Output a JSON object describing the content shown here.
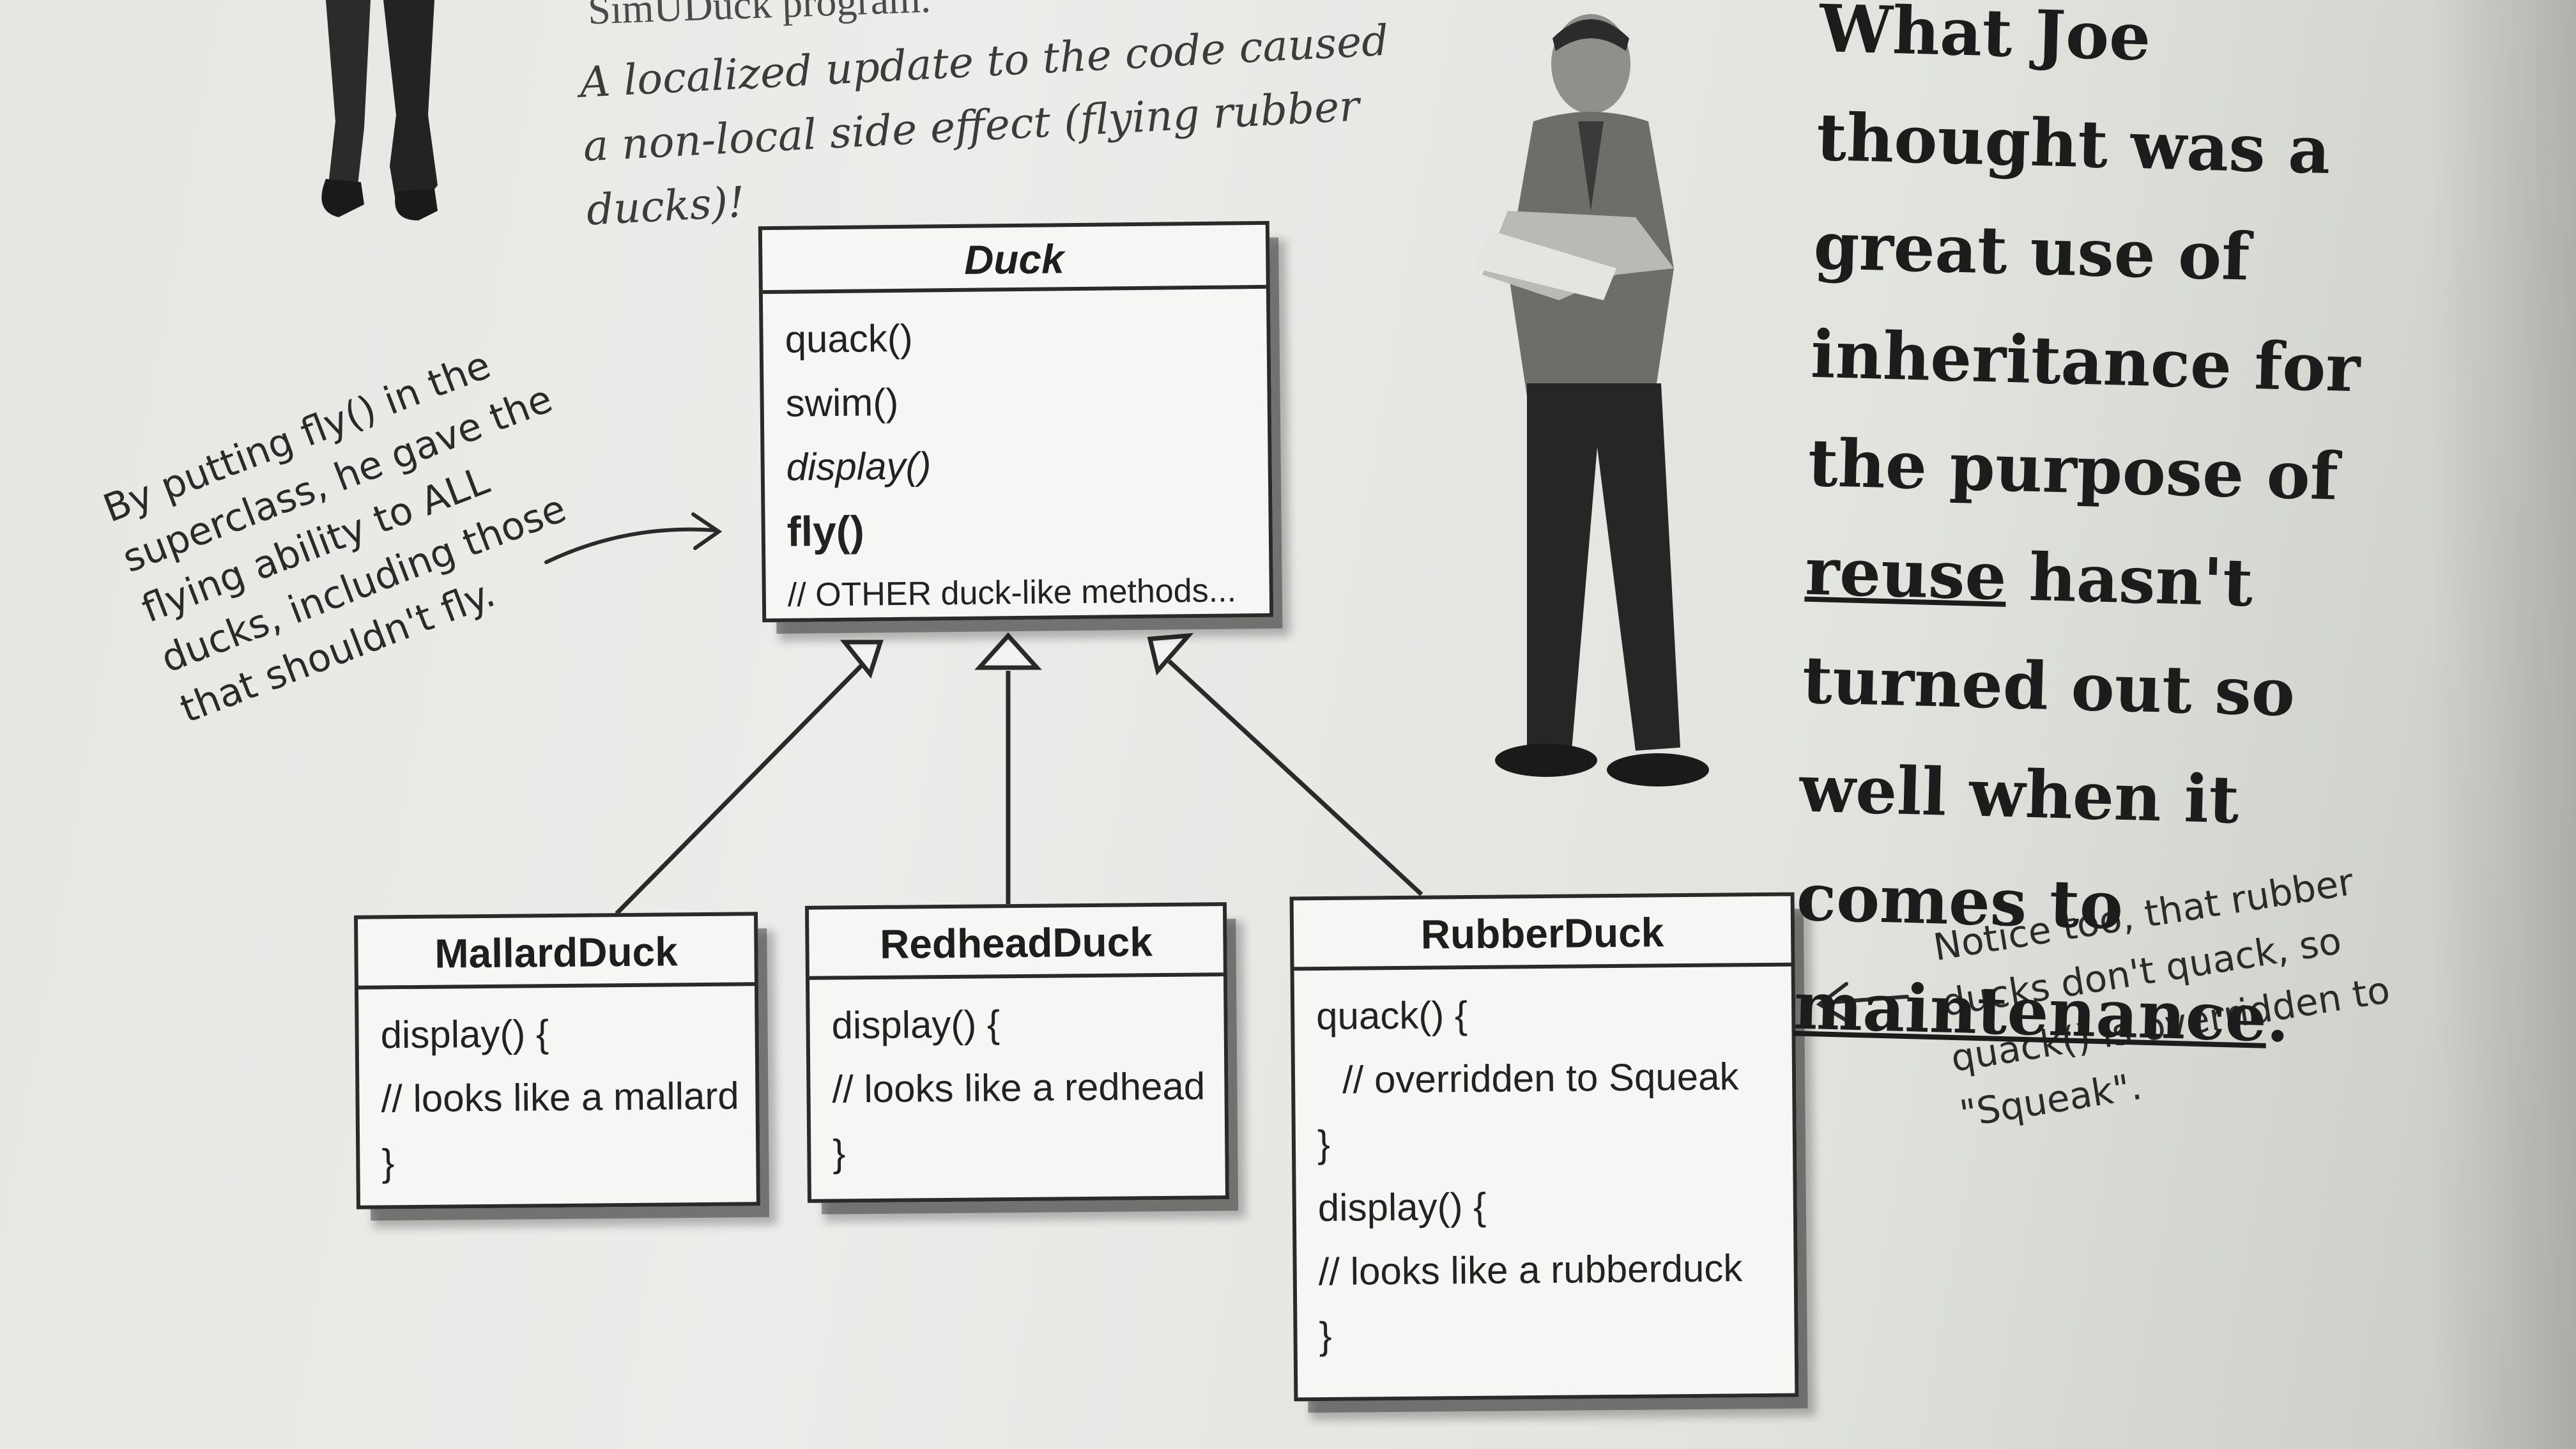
{
  "page": {
    "top_heading": "SimUDuck program.",
    "intro_text": "A localized update to the code caused a non-local side effect (flying rubber ducks)!"
  },
  "superclass": {
    "name": "Duck",
    "methods": [
      "quack()",
      "swim()",
      "display()",
      "fly()",
      "// OTHER duck-like methods..."
    ]
  },
  "subclasses": [
    {
      "name": "MallardDuck",
      "lines": [
        "display() {",
        "// looks like a mallard",
        "}"
      ]
    },
    {
      "name": "RedheadDuck",
      "lines": [
        "display() {",
        "// looks like a redhead",
        "}"
      ]
    },
    {
      "name": "RubberDuck",
      "lines": [
        "quack() {",
        "// overridden to Squeak",
        "}",
        "display() {",
        "// looks like a rubberduck",
        "}"
      ]
    }
  ],
  "annotations": {
    "left_note": "By putting fly() in the superclass, he gave the flying ability to ALL ducks, including those that shouldn't fly.",
    "right_note": "Notice too, that rubber ducks don't quack, so quack() is overridden to \"Squeak\"."
  },
  "joe_quote": {
    "part1": "What Joe thought was a great use of inheritance for the purpose of ",
    "reuse": "reuse",
    "part2": " hasn't turned out so well when it comes to ",
    "maintenance": "maintenance",
    "end": "."
  },
  "colors": {
    "paper": "#ececea",
    "ink": "#222222",
    "box_fill": "#f6f6f4"
  }
}
